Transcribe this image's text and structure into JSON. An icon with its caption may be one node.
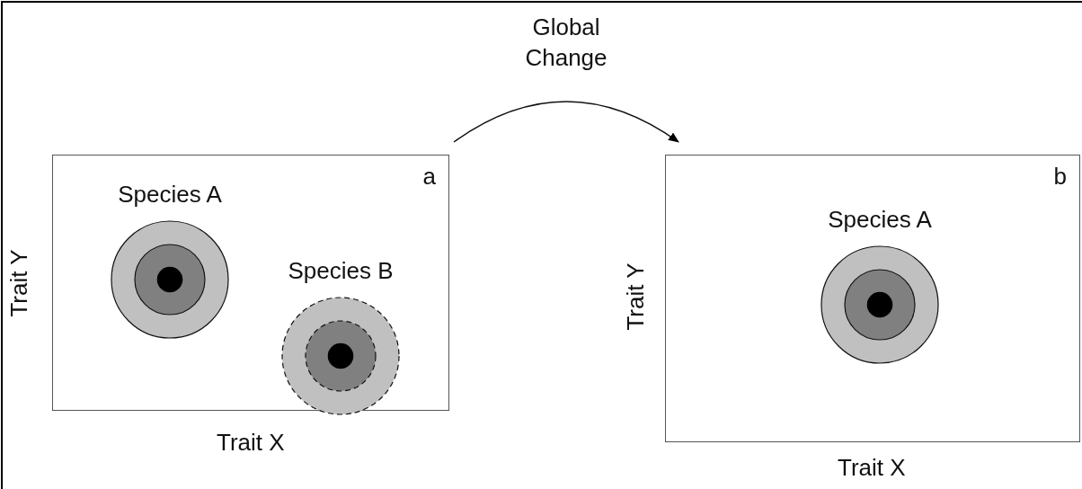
{
  "diagram": {
    "nodes": [
      {
        "text": [
          "a"
        ],
        "beside": [
          "Trait Y",
          "Trait X"
        ]
      },
      {
        "text": [
          "Species A"
        ],
        "in": 0
      },
      {
        "text": [
          "Species B"
        ],
        "in": 0
      },
      {
        "text": [
          "b"
        ],
        "beside": [
          "Trait Y",
          "Trait X"
        ]
      },
      {
        "text": [
          "Species A"
        ],
        "in": 3
      }
    ],
    "edges": [
      {
        "from": 0,
        "to": 3,
        "arrow": "to",
        "label": "Global Change"
      }
    ]
  }
}
